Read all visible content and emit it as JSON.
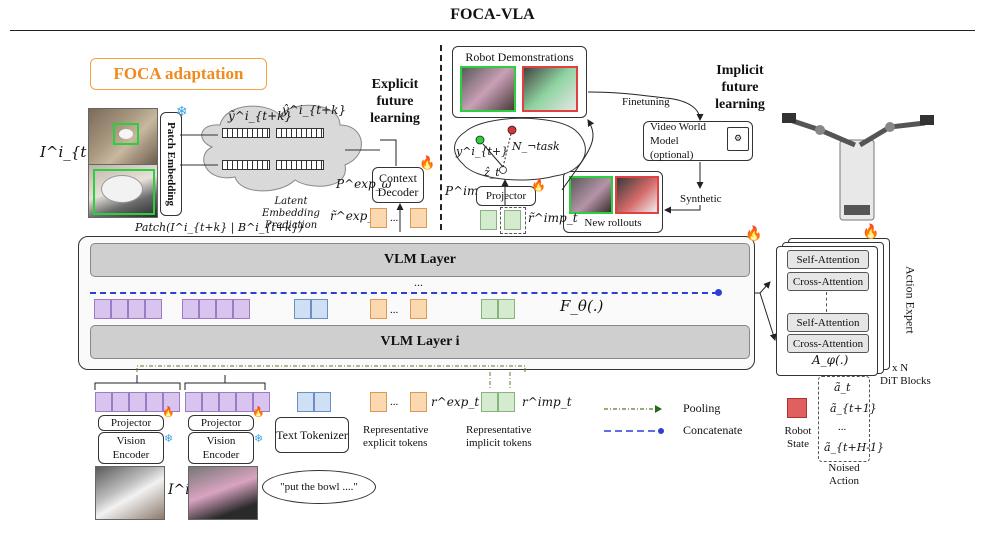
{
  "header": {
    "title": "FOCA-VLA"
  },
  "foca": {
    "label": "FOCA adaptation",
    "explicit_heading": [
      "Explicit",
      "future",
      "learning"
    ],
    "implicit_heading": [
      "Implicit",
      "future",
      "learning"
    ],
    "image_label_future": "I^i_{t+k}",
    "patch_embedding": "Patch Embedding",
    "patch_label": "Patch(I^i_{t+k} | B^i_{t+k})",
    "y_tilde": "ỹ^i_{t+k}",
    "y_hat": "ŷ^i_{t+k}",
    "latent_caption": [
      "Latent Embedding",
      "Prediction"
    ],
    "context_decoder": "Context Decoder",
    "p_exp": "P^exp_ω",
    "r_exp_tilde": "r̃^exp_t",
    "dots": "...",
    "robot_demos": "Robot Demonstrations",
    "finetuning": "Finetuning",
    "video_world_model": "Video World Model (optional)",
    "synthetic": "Synthetic",
    "new_rollouts": "New rollouts",
    "y_point": "y^i_{t+}",
    "n_task": "N_¬task",
    "z_t": "ẑ_t",
    "p_imp": "P^imp_ψ",
    "projector": "Projector",
    "r_imp_tilde": "r̃^imp_t"
  },
  "vlm": {
    "top_layer": "VLM Layer",
    "ellipsis": "...",
    "bottom_layer": "VLM Layer i",
    "f_theta": "F_θ(.)"
  },
  "action_expert": {
    "label": "Action Expert",
    "blocks": [
      "Self-Attention",
      "Cross-Attention",
      "Self-Attention",
      "Cross-Attention"
    ],
    "a_phi": "A_φ(.)",
    "times_n": "x N",
    "dit_blocks": "DiT Blocks",
    "noised_action": [
      "Noised",
      "Action"
    ],
    "noised_items": [
      "ã_t",
      "ã_{t+1}",
      "...",
      "ã_{t+H-1}"
    ],
    "robot_state": [
      "Robot",
      "State"
    ]
  },
  "bottom": {
    "projector_1": "Projector",
    "projector_2": "Projector",
    "vision_encoder_1": "Vision Encoder",
    "vision_encoder_2": "Vision Encoder",
    "image_label_current": "I^i_t",
    "text_tokenizer": "Text Tokenizer",
    "prompt": "\"put the bowl ....\"",
    "r_exp": "r^exp_t",
    "r_imp": "r^imp_t",
    "explicit_caption": [
      "Representative",
      "explicit tokens"
    ],
    "implicit_caption": [
      "Representative",
      "implicit tokens"
    ],
    "dots": "..."
  },
  "legend": {
    "pooling": "Pooling",
    "concatenate": "Concatenate"
  },
  "colors": {
    "orange": "#f08a1c",
    "purple": "#d9c4ef",
    "blue": "#cfe0f4",
    "tok_orange": "#fbd8b0",
    "green": "#d5ebcf",
    "robot_state": "#e06060",
    "concat_line": "#2d3fd6"
  }
}
